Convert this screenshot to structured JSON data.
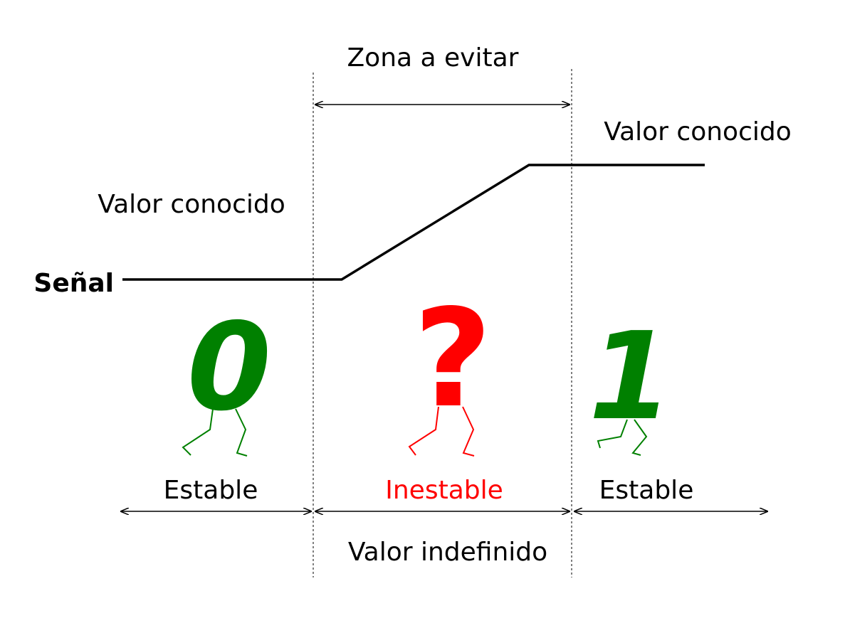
{
  "labels": {
    "zone_to_avoid": "Zona a evitar",
    "known_value_left": "Valor conocido",
    "known_value_right": "Valor conocido",
    "signal": "Señal",
    "stable_left": "Estable",
    "unstable": "Inestable",
    "stable_right": "Estable",
    "undefined_value": "Valor indefinido"
  },
  "glyphs": {
    "zero": "0",
    "question": "?",
    "one": "1"
  },
  "colors": {
    "stable": "#008000",
    "unstable": "#ff0000",
    "line": "#000000"
  }
}
